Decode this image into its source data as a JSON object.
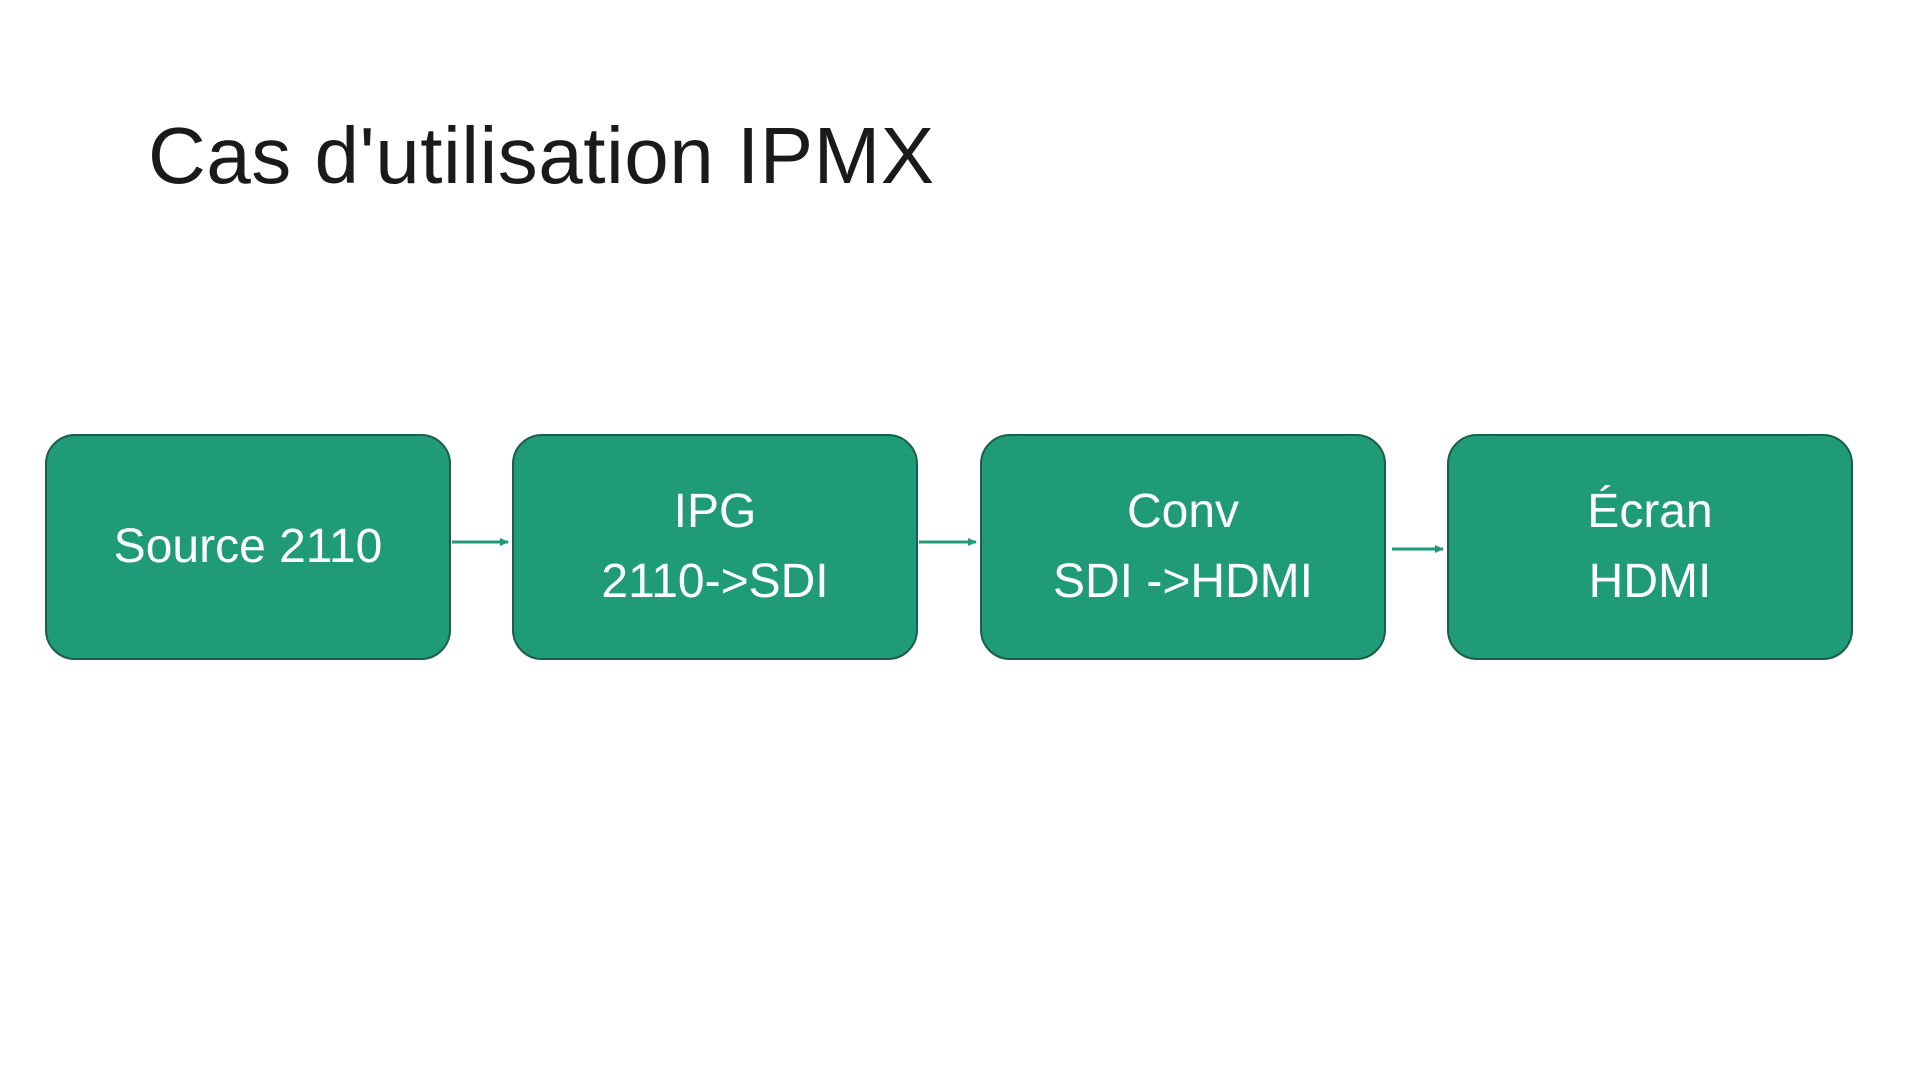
{
  "title": "Cas d'utilisation IPMX",
  "colors": {
    "box_fill": "#1f9b77",
    "box_border": "#1b5e49",
    "arrow": "#1f9b77",
    "text": "#ffffff"
  },
  "nodes": [
    {
      "id": "source",
      "lines": [
        "Source 2110"
      ]
    },
    {
      "id": "ipg",
      "lines": [
        "IPG",
        "2110->SDI"
      ]
    },
    {
      "id": "conv",
      "lines": [
        "Conv",
        "SDI ->HDMI"
      ]
    },
    {
      "id": "ecran",
      "lines": [
        "Écran",
        "HDMI"
      ]
    }
  ],
  "edges": [
    {
      "from": "source",
      "to": "ipg"
    },
    {
      "from": "ipg",
      "to": "conv"
    },
    {
      "from": "conv",
      "to": "ecran"
    }
  ]
}
